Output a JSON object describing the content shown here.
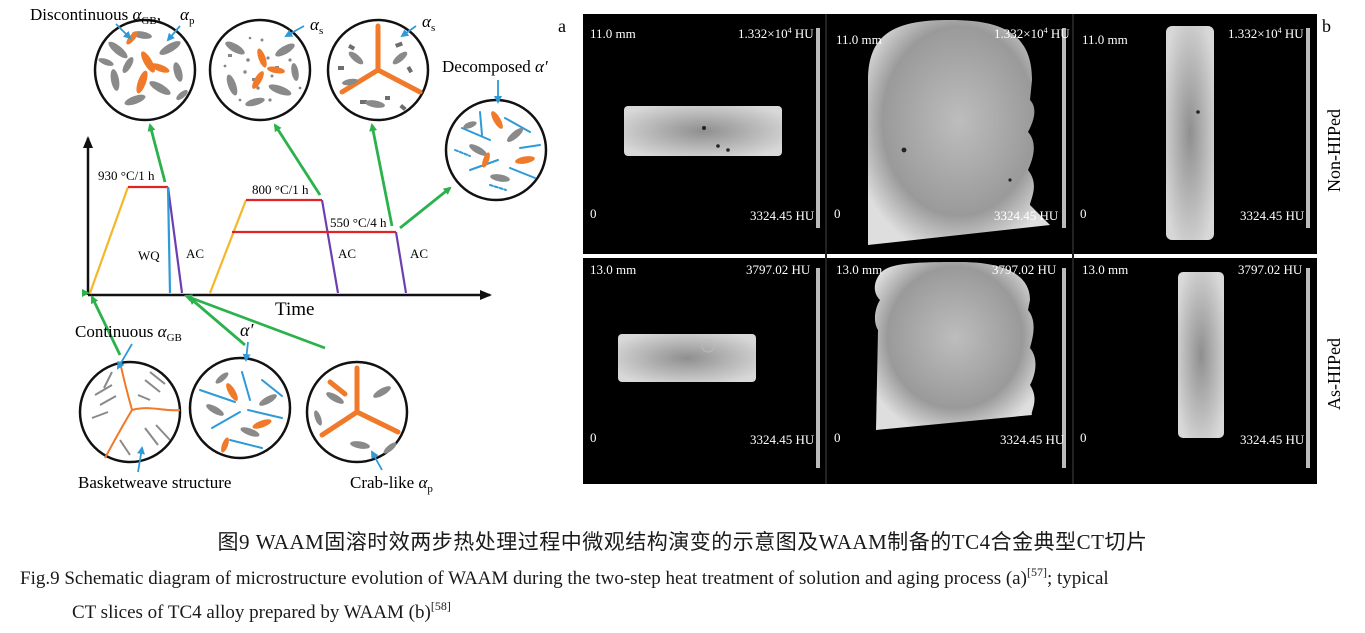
{
  "schematic": {
    "top_labels": {
      "discontinuous": "Discontinuous",
      "alpha_gb_sub": "GB",
      "alpha_p_sub": "p",
      "alpha_s_1_sub": "s",
      "alpha_s_2_sub": "s",
      "decomposed": "Decomposed",
      "alpha_prime": "α′"
    },
    "greek_alpha": "α",
    "process_labels": {
      "t930": "930 °C/1 h",
      "t800": "800 °C/1 h",
      "t550": "550 °C/4 h",
      "wq": "WQ",
      "ac1": "AC",
      "ac2": "AC",
      "ac3": "AC",
      "time_axis": "Time"
    },
    "bottom_labels": {
      "continuous": "Continuous",
      "continuous_sub": "GB",
      "alpha_prime": "α′",
      "basketweave": "Basketweave structure",
      "crab_like": "Crab-like",
      "crab_sub": "p"
    },
    "colors": {
      "orange": "#f07a2a",
      "blue": "#2e9ad8",
      "gray": "#7a7a7a",
      "green": "#2bb24c",
      "red": "#e02424",
      "purple": "#6c3fb0",
      "yellow": "#f5b72a"
    }
  },
  "ct_panel": {
    "label_a": "a",
    "label_b": "b",
    "row_labels": [
      "Non-HIPed",
      "As-HIPed"
    ],
    "top_row": {
      "scale": "11.0 mm",
      "hu_max_base": "1.332×10",
      "hu_max_exp": "4",
      "hu_max_unit": " HU",
      "hu_min": "3324.45 HU",
      "zero": "0"
    },
    "bottom_row": {
      "scale": "13.0 mm",
      "hu_max": "3797.02 HU",
      "hu_min": "3324.45 HU",
      "zero": "0"
    }
  },
  "captions": {
    "cn": "图9  WAAM固溶时效两步热处理过程中微观结构演变的示意图及WAAM制备的TC4合金典型CT切片",
    "en_prefix": "Fig.9  ",
    "en_line1": "Schematic diagram of microstructure evolution of WAAM during the two-step heat treatment of solution and aging process (a)",
    "en_ref1": "[57]",
    "en_line1_tail": "; typical",
    "en_line2": "CT slices of TC4 alloy prepared by WAAM (b)",
    "en_ref2": "[58]"
  }
}
